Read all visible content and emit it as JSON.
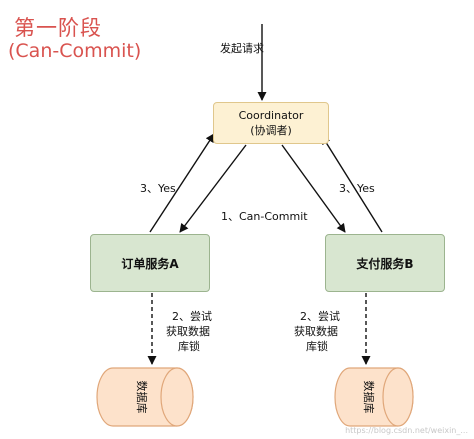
{
  "phase": {
    "title": "第一阶段",
    "subtitle": "(Can-Commit)"
  },
  "request_label": "发起请求",
  "coordinator": {
    "line1": "Coordinator",
    "line2": "(协调者)"
  },
  "can_commit_label": "1、Can-Commit",
  "yes_left": "3、Yes",
  "yes_right": "3、Yes",
  "order_service": "订单服务A",
  "pay_service": "支付服务B",
  "try_left": [
    "2、尝试",
    "获取数据",
    "库锁"
  ],
  "try_right": [
    "2、尝试",
    "获取数据",
    "库锁"
  ],
  "database_left": "数据库",
  "database_right": "数据库",
  "watermark": "https://blog.csdn.net/weixin_...",
  "colors": {
    "title": "#d9534f",
    "coordinator_fill": "#fdf1d3",
    "service_fill": "#d8e6d0",
    "database_fill": "#fde2cb"
  }
}
